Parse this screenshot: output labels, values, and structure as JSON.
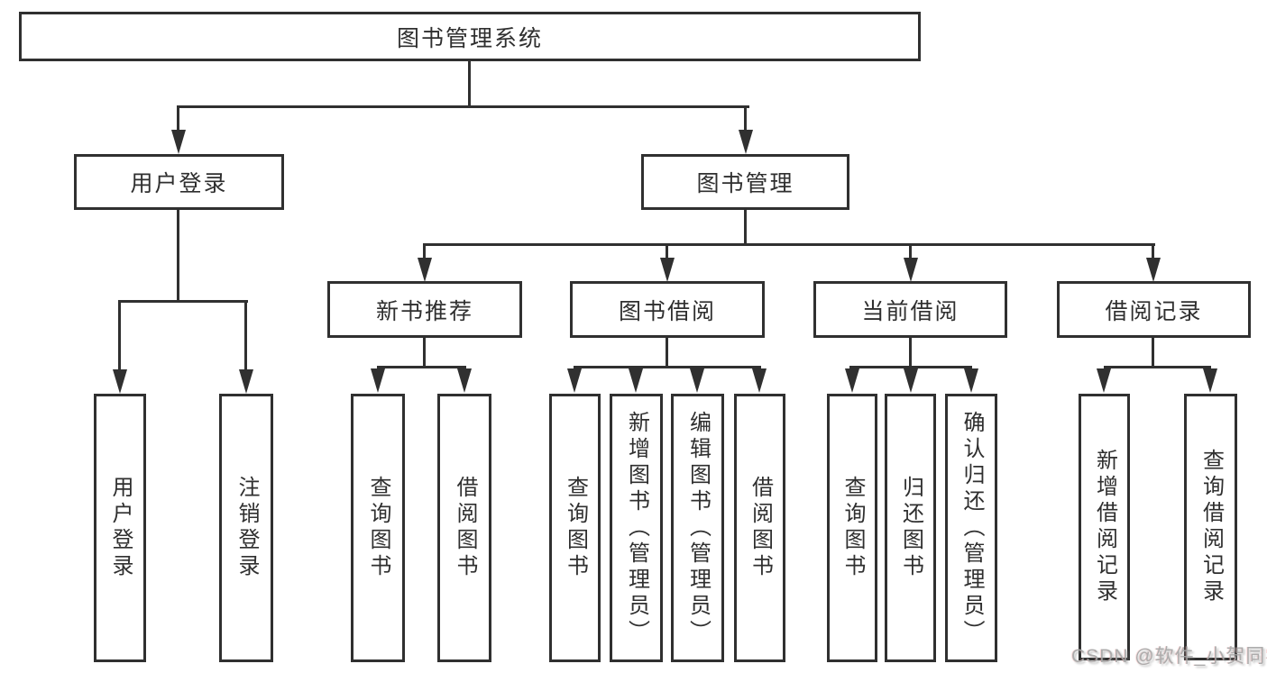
{
  "root": {
    "label": "图书管理系统"
  },
  "level2": {
    "user_login": {
      "label": "用户登录"
    },
    "book_mgmt": {
      "label": "图书管理"
    }
  },
  "level3": {
    "new_books": {
      "label": "新书推荐"
    },
    "borrowing": {
      "label": "图书借阅"
    },
    "current": {
      "label": "当前借阅"
    },
    "records": {
      "label": "借阅记录"
    }
  },
  "leaves": {
    "user_login": "用户登录",
    "logout": "注销登录",
    "nb_query": "查询图书",
    "nb_borrow": "借阅图书",
    "bw_query": "查询图书",
    "bw_add": "新增图书（管理员）",
    "bw_edit": "编辑图书（管理员）",
    "bw_borrow": "借阅图书",
    "cu_query": "查询图书",
    "cu_return": "归还图书",
    "cu_confirm": "确认归还（管理员）",
    "rc_add": "新增借阅记录",
    "rc_query": "查询借阅记录"
  },
  "watermark": "CSDN @软件_小贺同学",
  "colors": {
    "line": "#303030",
    "text": "#2f2f2f",
    "background": "#ffffff",
    "watermark": "#a6a6a6"
  }
}
